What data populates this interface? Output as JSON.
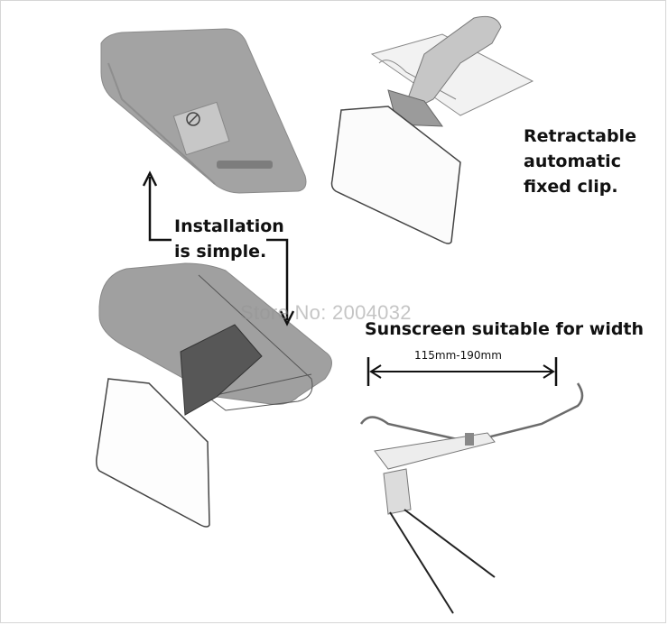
{
  "captions": {
    "retractable": [
      "Retractable",
      "automatic",
      "fixed clip."
    ],
    "installation": [
      "Installation",
      "is simple."
    ],
    "width_title": "Sunscreen suitable for width",
    "width_range": "115mm-190mm"
  },
  "watermark": "Store No: 2004032",
  "colors": {
    "visor_gray": "#9a9a9a",
    "clip_dark": "#555555",
    "outline": "#333333"
  }
}
